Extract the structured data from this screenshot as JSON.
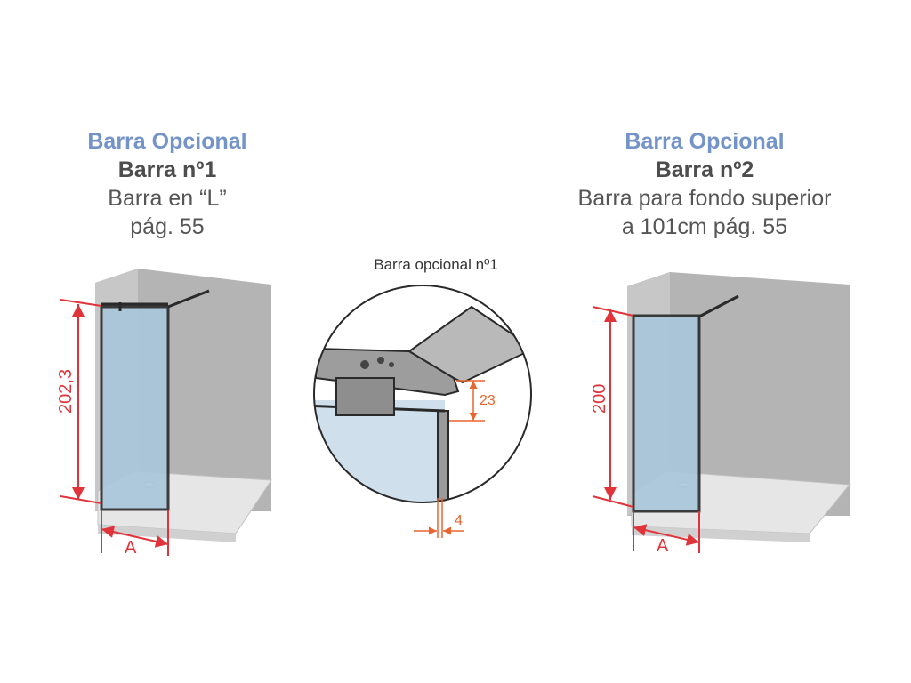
{
  "left": {
    "optional": "Barra Opcional",
    "number": "Barra nº1",
    "desc1": "Barra en “L”",
    "desc2": "pág. 55",
    "height_dim": "202,3",
    "width_dim": "A"
  },
  "right": {
    "optional": "Barra Opcional",
    "number": "Barra nº2",
    "desc1": "Barra para fondo superior",
    "desc2": "a 101cm pág. 55",
    "height_dim": "200",
    "width_dim": "A"
  },
  "detail": {
    "title": "Barra opcional nº1",
    "dim_height": "23",
    "dim_thickness": "4"
  },
  "colors": {
    "accent_blue": "#7393c9",
    "dimension_red": "#e0343a",
    "dimension_orange": "#e8652f",
    "glass": "#a9c6dc",
    "wall": "#b3b3b3"
  }
}
